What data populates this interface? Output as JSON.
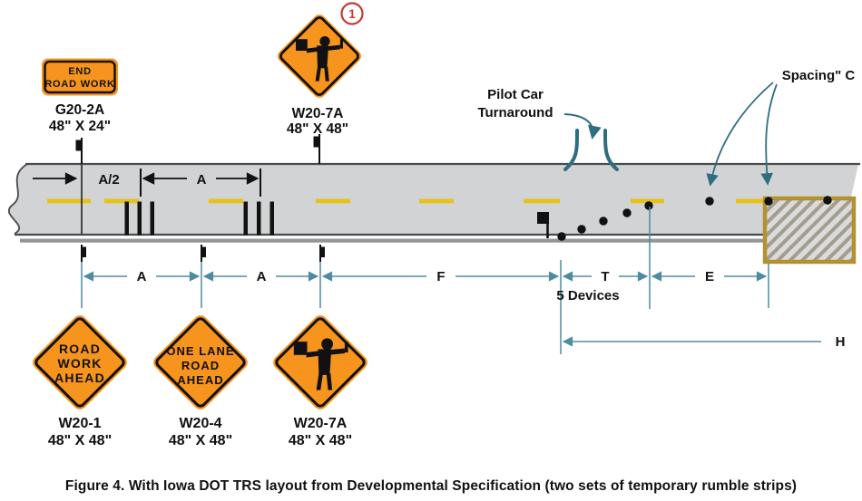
{
  "caption": "Figure 4. With Iowa DOT TRS layout from Developmental Specification (two sets of temporary rumble strips)",
  "annotations": {
    "pilot_car_line1": "Pilot Car",
    "pilot_car_line2": "Turnaround",
    "spacing_c": "Spacing\" C",
    "five_devices": "5 Devices",
    "circled_note": "1"
  },
  "dimensions": {
    "a_half": "A/2",
    "a_top": "A",
    "a1": "A",
    "a2": "A",
    "f": "F",
    "t": "T",
    "e": "E",
    "h": "H"
  },
  "signs": {
    "end_road_work": {
      "line1": "END",
      "line2": "ROAD WORK",
      "code": "G20-2A",
      "size": "48\" X 24\""
    },
    "flagger_top": {
      "code": "W20-7A",
      "size": "48\" X 48\""
    },
    "road_work_ahead": {
      "line1": "ROAD",
      "line2": "WORK",
      "line3": "AHEAD",
      "code": "W20-1",
      "size": "48\" X 48\""
    },
    "one_lane_road_ahead": {
      "line1": "ONE LANE",
      "line2": "ROAD",
      "line3": "AHEAD",
      "code": "W20-4",
      "size": "48\" X 48\""
    },
    "flagger_bottom": {
      "code": "W20-7A",
      "size": "48\" X 48\""
    }
  },
  "colors": {
    "sign_orange": "#F7941E",
    "road_gray": "#D1D3D4",
    "road_edge_dark": "#4A4A4C",
    "shoulder_gray": "#939598",
    "centerline_yellow": "#E8C11C",
    "annotation_teal": "#2F6D80",
    "dimension_teal": "#4D8BA0",
    "device_black": "#111111",
    "hatch_border_olive": "#B2922F",
    "hatch_stripe": "#A39D8E",
    "note_red": "#C23B33"
  }
}
